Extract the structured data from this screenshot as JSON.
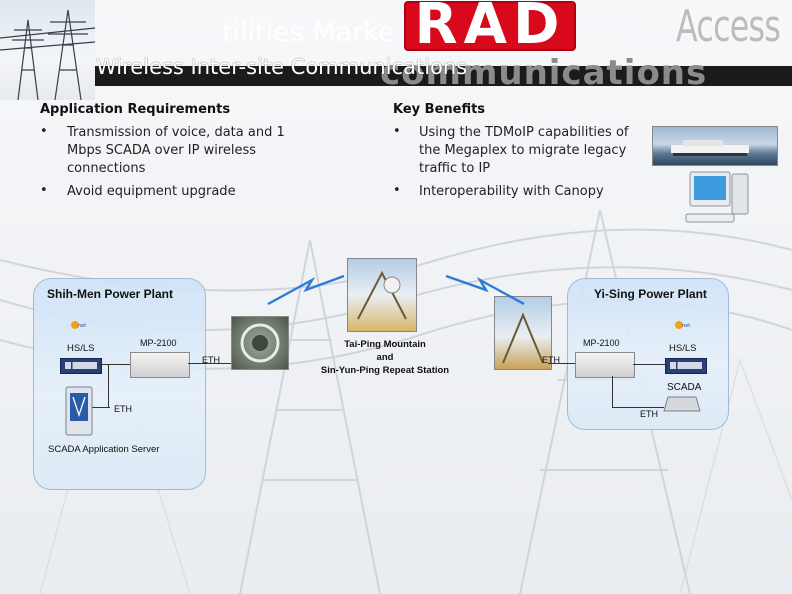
{
  "header": {
    "title_line1": "tilities Marke",
    "title_line2": "Wireless Inter-site Communications",
    "logo_text": "RAD",
    "access_text": "Access",
    "band_text": "communications"
  },
  "requirements": {
    "heading": "Application Requirements",
    "items": [
      "Transmission of voice, data and 1 Mbps SCADA over IP wireless connections",
      "Avoid equipment upgrade"
    ]
  },
  "benefits": {
    "heading": "Key Benefits",
    "items": [
      "Using the TDMoIP capabilities of the Megaplex to migrate legacy traffic to IP",
      "Interoperability with Canopy"
    ]
  },
  "diagram": {
    "left_plant": {
      "title": "Shih-Men Power Plant",
      "hsls": "HS/LS",
      "device": "MP-2100",
      "eth_right": "ETH",
      "eth_down": "ETH",
      "server": "SCADA Application Server"
    },
    "middle": {
      "station": "Tai-Ping Mountain and Sin-Yun-Ping Repeat Station",
      "station_line1": "Tai-Ping Mountain",
      "station_line2": "and",
      "station_line3": "Sin-Yun-Ping Repeat Station"
    },
    "right_plant": {
      "title": "Yi-Sing Power Plant",
      "hsls": "HS/LS",
      "device": "MP-2100",
      "eth_left": "ETH",
      "eth_down": "ETH",
      "scada": "SCADA"
    }
  },
  "colors": {
    "logo_red": "#d9091c",
    "band_dark": "#1b1b1b",
    "plant_fill": "#dbe9f8",
    "link_blue": "#2b7bd8"
  },
  "icons": [
    "transmission-tower-icon",
    "ship-photo",
    "computer-icon",
    "satellite-dish-icon",
    "lightning-link-icon",
    "sun-logo-icon"
  ]
}
